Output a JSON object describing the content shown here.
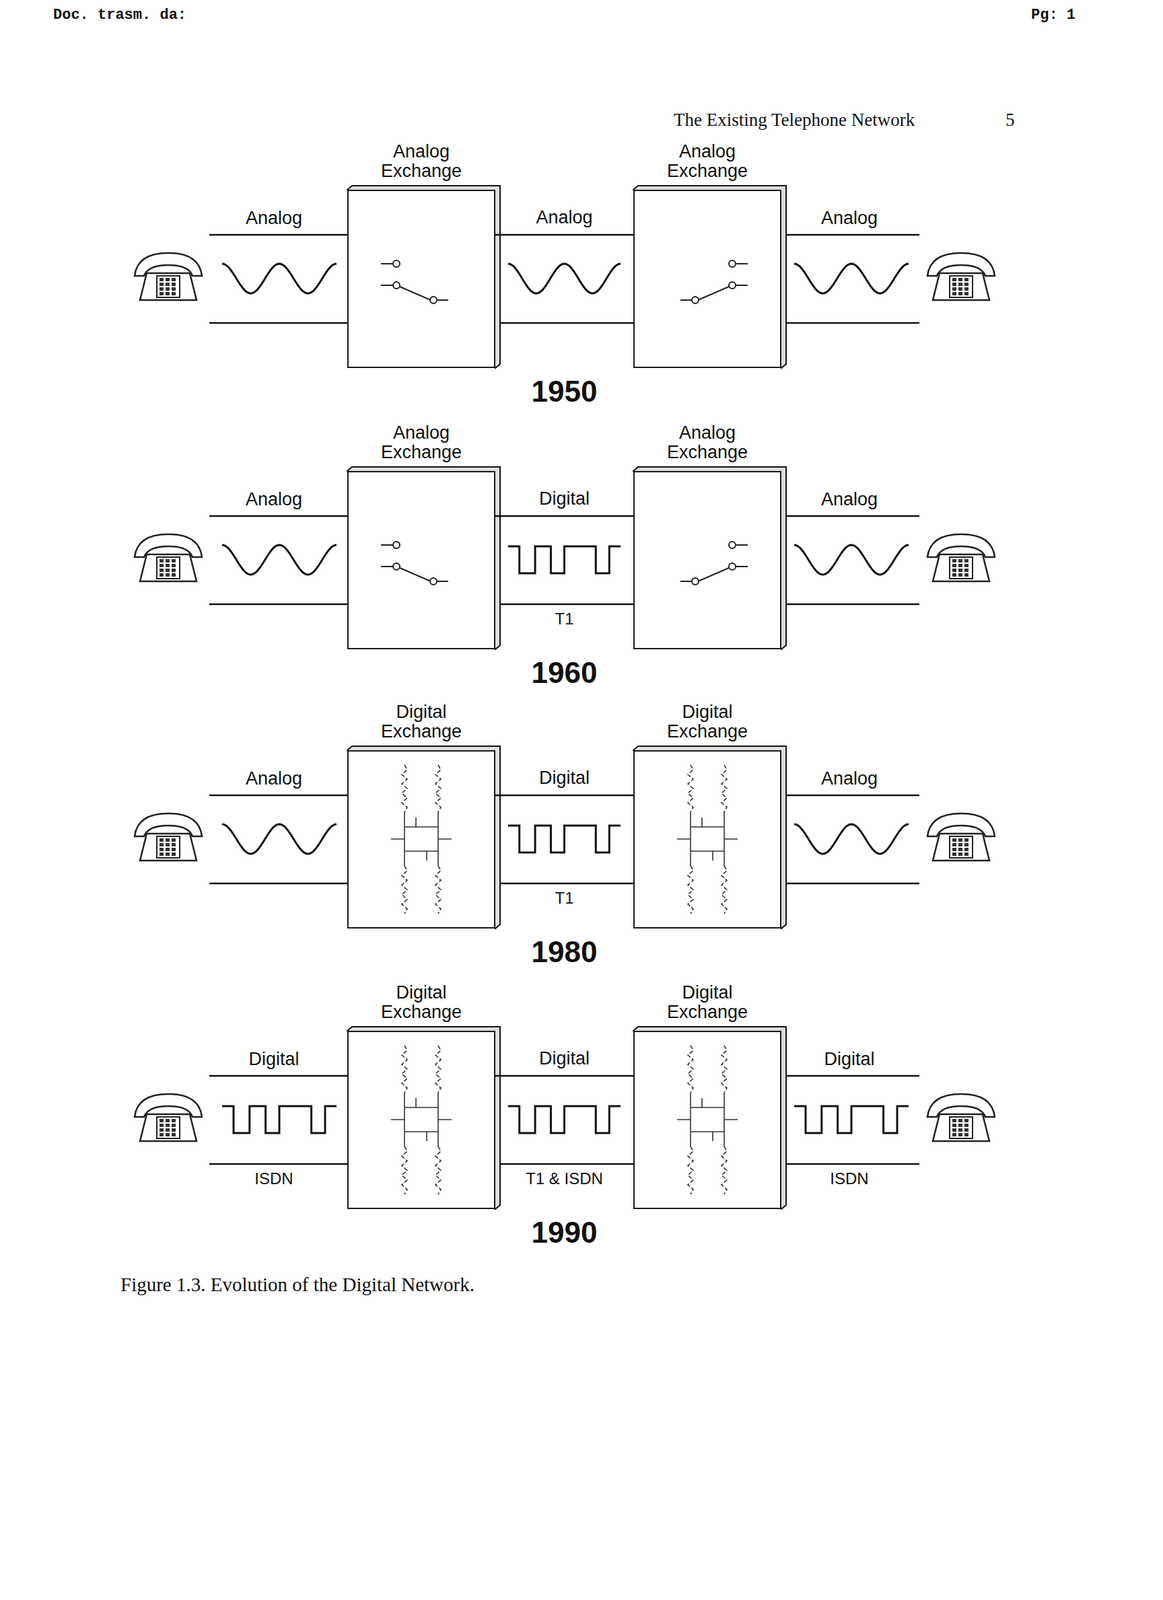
{
  "diagram": {
    "caption": "Figure 1.3. Evolution of the Digital Network.",
    "nodes": [
      {
        "text": [
          "Analog Exchange"
        ]
      },
      {
        "text": [
          "Analog Exchange"
        ]
      },
      {
        "text": [
          "Analog Exchange"
        ]
      },
      {
        "text": [
          "Analog Exchange"
        ]
      },
      {
        "text": [
          "Digital Exchange"
        ]
      },
      {
        "text": [
          "Digital Exchange"
        ]
      },
      {
        "text": [
          "Digital Exchange"
        ]
      },
      {
        "text": [
          "Digital Exchange"
        ]
      }
    ],
    "edges": [
      {
        "from": 0,
        "to": 1,
        "arrow": "none",
        "label": "Analog"
      },
      {
        "from": 2,
        "to": 3,
        "arrow": "none",
        "label": "Digital"
      },
      {
        "from": 4,
        "to": 5,
        "arrow": "none",
        "label": "Digital"
      },
      {
        "from": 6,
        "to": 7,
        "arrow": "none",
        "label": "Digital"
      }
    ],
    "labels": [
      "Doc. trasm. da:",
      "Pg: 1",
      "The Existing Telephone Network",
      "5",
      "Analog",
      "Analog",
      "1950",
      "Analog",
      "Analog",
      "T1",
      "1960",
      "Analog",
      "Analog",
      "T1",
      "1980",
      "Digital",
      "Digital",
      "ISDN",
      "T1 & ISDN",
      "ISDN",
      "1990"
    ]
  }
}
